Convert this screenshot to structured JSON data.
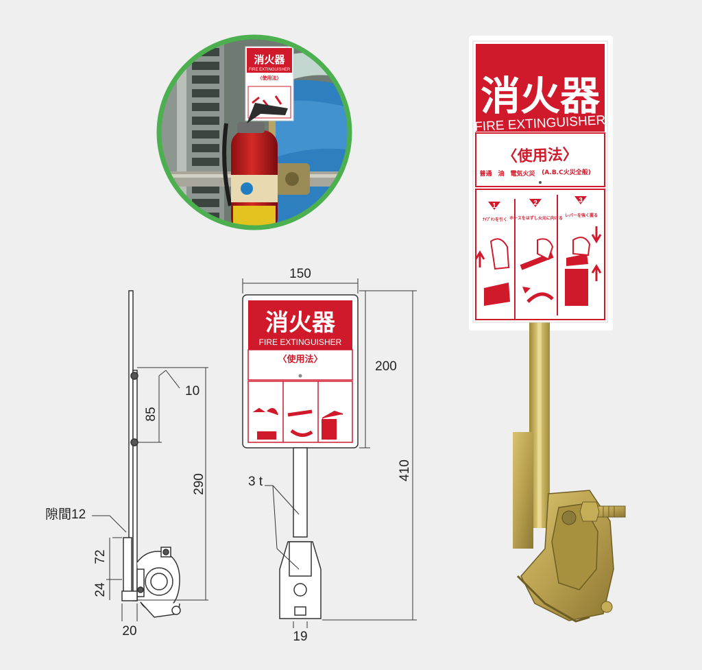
{
  "sign": {
    "title_jp": "消火器",
    "title_en": "FIRE EXTINGUISHER",
    "usage_label": "〈使用法〉",
    "usage_line_left": "普通　油　電気火災",
    "usage_line_right": "(A.B.C火災全般)",
    "step_numbers": [
      "1",
      "2",
      "3"
    ],
    "step_captions": [
      "ﾅｲﾌﾞｷﾝを引く",
      "ホースをはずし火元に向ける",
      "レバーを強く握る"
    ]
  },
  "dimensions": {
    "width_top": "150",
    "sign_height": "200",
    "total_height": "410",
    "offset": "10",
    "hole_spacing": "85",
    "clamp_height": "290",
    "gap_label": "隙間12",
    "clamp_upper": "72",
    "clamp_lower": "24",
    "base_width": "20",
    "pole_width": "19",
    "thickness": "3 t"
  },
  "colors": {
    "sign_red": "#d0192b",
    "photo_border": "#4caf50",
    "metal_gold": "#c9b15a",
    "background": "#efefef"
  }
}
